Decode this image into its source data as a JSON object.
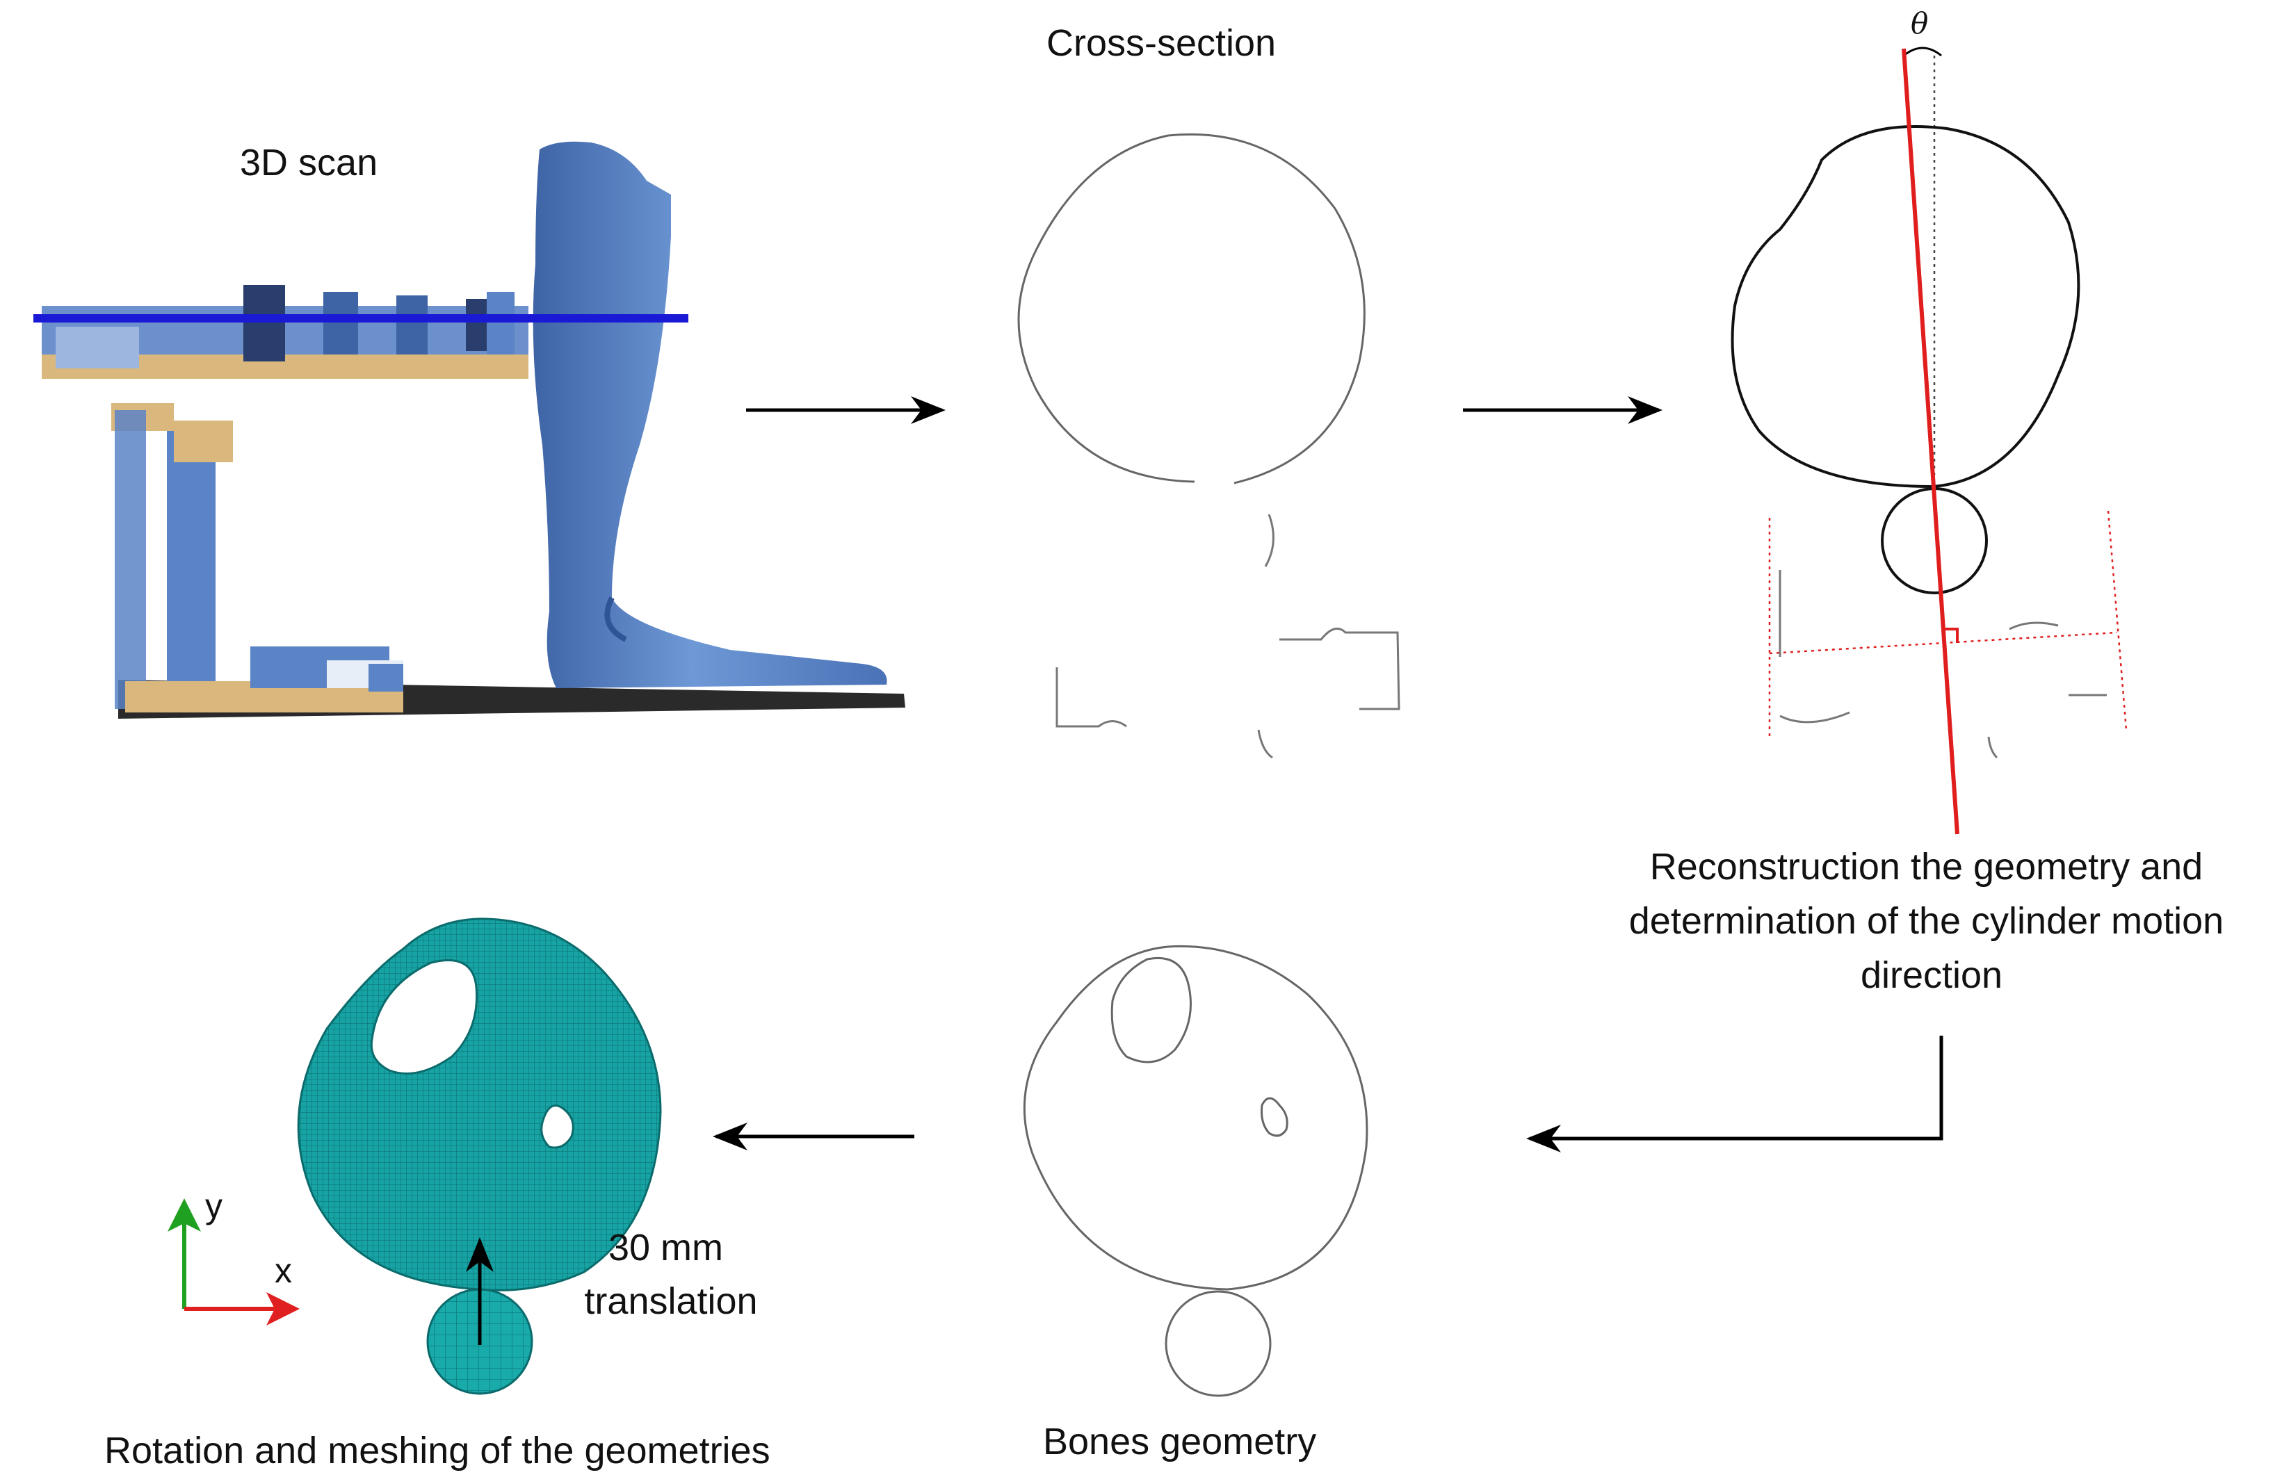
{
  "labels": {
    "scan": "3D scan",
    "cross_section": "Cross-section",
    "theta": "θ",
    "reconstruction": [
      "Reconstruction the geometry and",
      "determination of the cylinder motion",
      "direction"
    ],
    "bones": "Bones geometry",
    "meshing": "Rotation and meshing of the geometries",
    "translation": [
      "30 mm",
      "translation"
    ],
    "axis_x": "x",
    "axis_y": "y"
  },
  "colors": {
    "scan_line": "#1a1ad6",
    "leg_blue": "#5b84c6",
    "leg_shadow": "#3e64a6",
    "bracket_tan": "#d9b77d",
    "motion_line": "#e01e1e",
    "mesh_teal": "#19aaaa",
    "mesh_dark": "#0e7f80",
    "axis_x": "#e02020",
    "axis_y": "#20a020"
  },
  "icons": {
    "arrows": "arrow-right-icon, arrow-left-icon",
    "axes": "coordinate-axes-icon"
  }
}
